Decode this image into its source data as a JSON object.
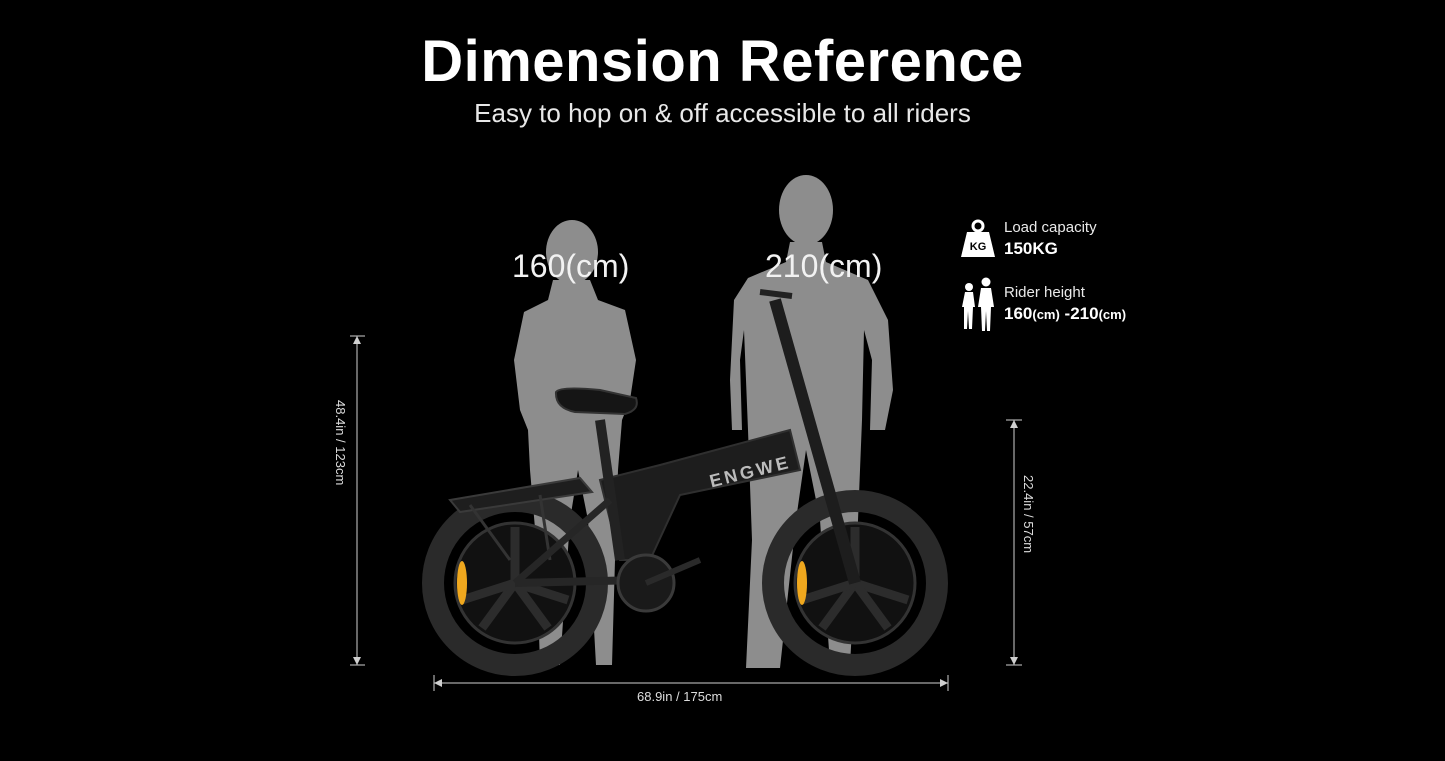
{
  "header": {
    "title": "Dimension Reference",
    "subtitle": "Easy to hop on & off accessible to all riders"
  },
  "figures": {
    "short_height": "160(cm)",
    "tall_height": "210(cm)"
  },
  "dimensions": {
    "total_height": "48.4in / 123cm",
    "seat_height": "22.4in / 57cm",
    "length": "68.9in / 175cm"
  },
  "specs": {
    "load": {
      "label": "Load capacity",
      "value": "150KG",
      "icon_text": "KG"
    },
    "rider": {
      "label": "Rider height",
      "min": "160",
      "min_unit": "(cm)",
      "separator": " -",
      "max": "210",
      "max_unit": "(cm)"
    }
  },
  "bike": {
    "brand": "ENGWE"
  },
  "colors": {
    "background": "#000000",
    "silhouette": "#8c8c8c",
    "bike": "#1c1c1c",
    "accent": "#f0a81e"
  }
}
